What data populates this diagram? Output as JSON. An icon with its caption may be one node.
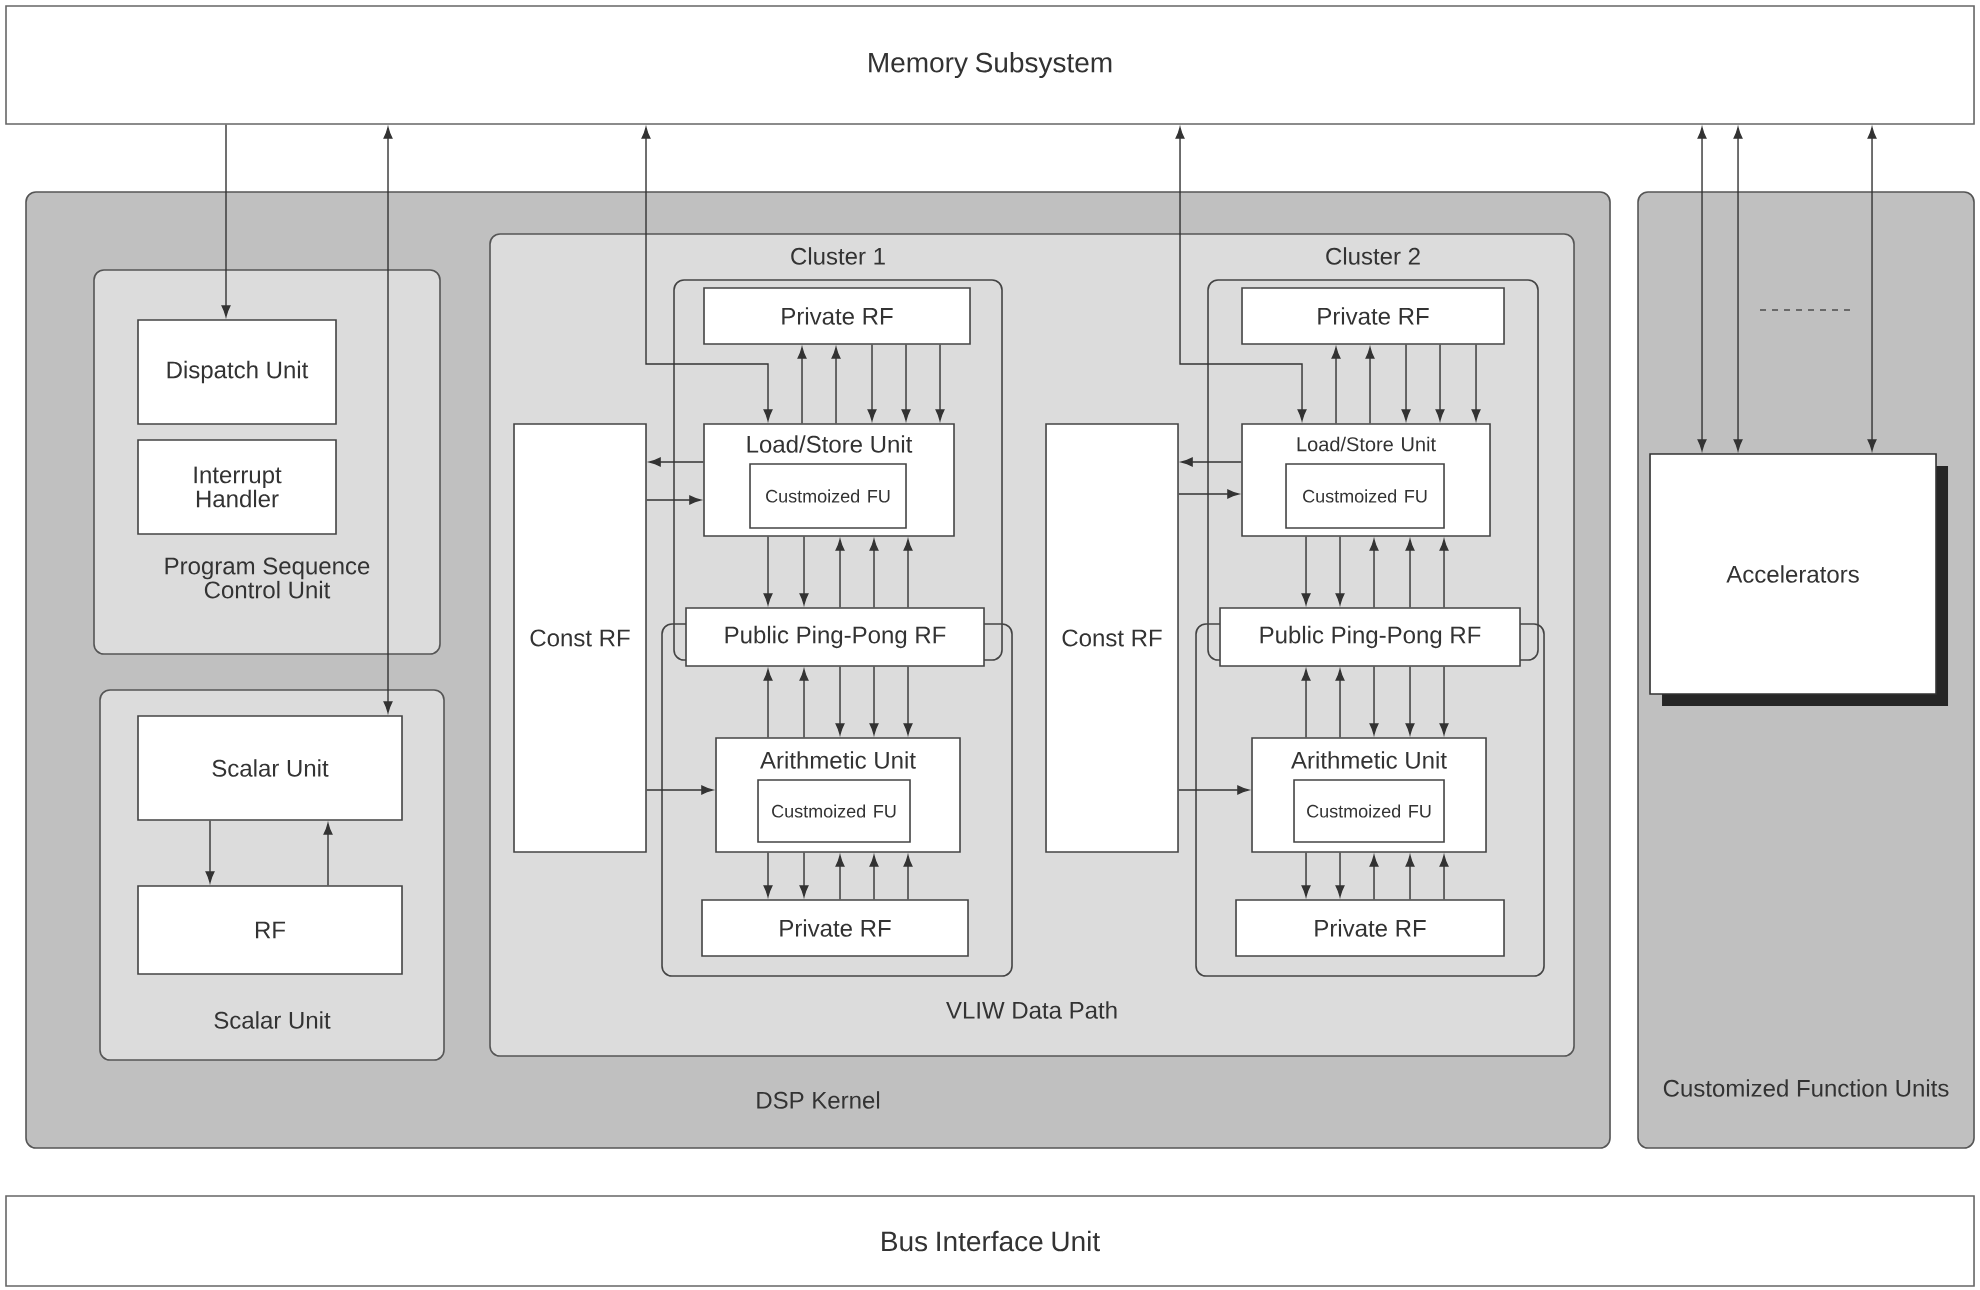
{
  "diagram": {
    "nodes": [
      {
        "text": [
          "Memory Subsystem"
        ]
      },
      {
        "text": [
          "DSP Kernel"
        ]
      },
      {
        "text": [
          "Program Sequence Control Unit"
        ],
        "in": 1
      },
      {
        "text": [
          "Dispatch Unit"
        ],
        "in": 2
      },
      {
        "text": [
          "Interrupt Handler"
        ],
        "in": 2
      },
      {
        "text": [
          "Scalar Unit"
        ],
        "in": 1
      },
      {
        "text": [
          "Scalar Unit"
        ],
        "in": 5
      },
      {
        "text": [
          "RF"
        ],
        "in": 5
      },
      {
        "text": [
          "VLIW Data Path"
        ],
        "in": 1
      },
      {
        "text": [
          "Cluster 1"
        ],
        "in": 8
      },
      {
        "text": [
          "Private RF"
        ],
        "in": 9
      },
      {
        "text": [
          "Load/Store Unit"
        ],
        "in": 9
      },
      {
        "text": [
          "Custmoized FU"
        ],
        "in": 11
      },
      {
        "text": [
          "Const RF"
        ],
        "in": 8
      },
      {
        "text": [],
        "shape": "box",
        "in": 8
      },
      {
        "text": [
          "Public Ping-Pong RF"
        ],
        "in": 8
      },
      {
        "text": [
          "Arithmetic Unit"
        ],
        "in": 14
      },
      {
        "text": [
          "Custmoized FU"
        ],
        "in": 16
      },
      {
        "text": [
          "Private RF"
        ],
        "in": 14
      },
      {
        "text": [
          "Cluster 2"
        ],
        "in": 8
      },
      {
        "text": [
          "Private RF"
        ],
        "in": 19
      },
      {
        "text": [
          "Load/Store Unit"
        ],
        "in": 19
      },
      {
        "text": [
          "Custmoized FU"
        ],
        "in": 21
      },
      {
        "text": [
          "Const RF"
        ],
        "in": 8
      },
      {
        "text": [],
        "shape": "box",
        "in": 8
      },
      {
        "text": [
          "Public Ping-Pong RF"
        ],
        "in": 8
      },
      {
        "text": [
          "Arithmetic Unit"
        ],
        "in": 24
      },
      {
        "text": [
          "Custmoized FU"
        ],
        "in": 26
      },
      {
        "text": [
          "Private RF"
        ],
        "in": 24
      },
      {
        "text": [
          "Customized Function Units"
        ]
      },
      {
        "text": [
          "Accelerators"
        ],
        "in": 29
      },
      {
        "text": [
          "Bus Interface Unit"
        ]
      }
    ],
    "edges": [
      {
        "from": 0,
        "to": 3,
        "arrow": "to"
      },
      {
        "from": 0,
        "to": 6,
        "arrow": "both"
      },
      {
        "from": 0,
        "to": 11,
        "arrow": "both"
      },
      {
        "from": 0,
        "to": 21,
        "arrow": "both"
      },
      {
        "from": 0,
        "to": 30,
        "arrow": "both"
      },
      {
        "from": 0,
        "to": 30,
        "arrow": "both"
      },
      {
        "from": 0,
        "to": 30,
        "arrow": "both"
      },
      {
        "from": 6,
        "to": 7,
        "arrow": "to"
      },
      {
        "from": 7,
        "to": 6,
        "arrow": "to"
      },
      {
        "from": 11,
        "to": 10,
        "arrow": "to"
      },
      {
        "from": 11,
        "to": 10,
        "arrow": "to"
      },
      {
        "from": 10,
        "to": 11,
        "arrow": "to"
      },
      {
        "from": 10,
        "to": 11,
        "arrow": "to"
      },
      {
        "from": 10,
        "to": 11,
        "arrow": "to"
      },
      {
        "from": 11,
        "to": 13,
        "arrow": "to"
      },
      {
        "from": 13,
        "to": 11,
        "arrow": "to"
      },
      {
        "from": 11,
        "to": 15,
        "arrow": "to"
      },
      {
        "from": 11,
        "to": 15,
        "arrow": "to"
      },
      {
        "from": 15,
        "to": 11,
        "arrow": "to"
      },
      {
        "from": 15,
        "to": 11,
        "arrow": "to"
      },
      {
        "from": 15,
        "to": 11,
        "arrow": "to"
      },
      {
        "from": 16,
        "to": 15,
        "arrow": "to"
      },
      {
        "from": 16,
        "to": 15,
        "arrow": "to"
      },
      {
        "from": 15,
        "to": 16,
        "arrow": "to"
      },
      {
        "from": 15,
        "to": 16,
        "arrow": "to"
      },
      {
        "from": 15,
        "to": 16,
        "arrow": "to"
      },
      {
        "from": 13,
        "to": 16,
        "arrow": "to"
      },
      {
        "from": 16,
        "to": 18,
        "arrow": "to"
      },
      {
        "from": 16,
        "to": 18,
        "arrow": "to"
      },
      {
        "from": 18,
        "to": 16,
        "arrow": "to"
      },
      {
        "from": 18,
        "to": 16,
        "arrow": "to"
      },
      {
        "from": 18,
        "to": 16,
        "arrow": "to"
      },
      {
        "from": 21,
        "to": 20,
        "arrow": "to"
      },
      {
        "from": 21,
        "to": 20,
        "arrow": "to"
      },
      {
        "from": 20,
        "to": 21,
        "arrow": "to"
      },
      {
        "from": 20,
        "to": 21,
        "arrow": "to"
      },
      {
        "from": 20,
        "to": 21,
        "arrow": "to"
      },
      {
        "from": 21,
        "to": 23,
        "arrow": "to"
      },
      {
        "from": 23,
        "to": 21,
        "arrow": "to"
      },
      {
        "from": 21,
        "to": 25,
        "arrow": "to"
      },
      {
        "from": 21,
        "to": 25,
        "arrow": "to"
      },
      {
        "from": 25,
        "to": 21,
        "arrow": "to"
      },
      {
        "from": 25,
        "to": 21,
        "arrow": "to"
      },
      {
        "from": 25,
        "to": 21,
        "arrow": "to"
      },
      {
        "from": 26,
        "to": 25,
        "arrow": "to"
      },
      {
        "from": 26,
        "to": 25,
        "arrow": "to"
      },
      {
        "from": 25,
        "to": 26,
        "arrow": "to"
      },
      {
        "from": 25,
        "to": 26,
        "arrow": "to"
      },
      {
        "from": 25,
        "to": 26,
        "arrow": "to"
      },
      {
        "from": 23,
        "to": 26,
        "arrow": "to"
      },
      {
        "from": 26,
        "to": 28,
        "arrow": "to"
      },
      {
        "from": 26,
        "to": 28,
        "arrow": "to"
      },
      {
        "from": 28,
        "to": 26,
        "arrow": "to"
      },
      {
        "from": 28,
        "to": 26,
        "arrow": "to"
      },
      {
        "from": 28,
        "to": 26,
        "arrow": "to"
      }
    ]
  }
}
